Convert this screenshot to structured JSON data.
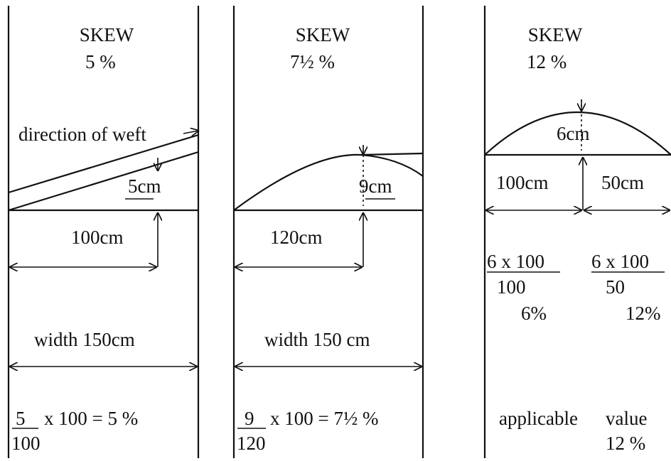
{
  "panels": [
    {
      "title": "SKEW",
      "pct": "5 %",
      "weft_label": "direction of weft",
      "bow_label": "5cm",
      "dist_label": "100cm",
      "width_label": "width  150cm",
      "calc_num": "5",
      "calc_rest": "x 100 = 5 %",
      "calc_den": "100"
    },
    {
      "title": "SKEW",
      "pct": "7½ %",
      "bow_label": "9cm",
      "dist_label": "120cm",
      "width_label": "width 150 cm",
      "calc_num": "9",
      "calc_rest": "x 100 = 7½ %",
      "calc_den": "120"
    },
    {
      "title": "SKEW",
      "pct": "12 %",
      "bow_label": "6cm",
      "left_label": "100cm",
      "right_label": "50cm",
      "frac1_num": "6 x 100",
      "frac1_den": "100",
      "frac1_res": "6%",
      "frac2_num": "6 x 100",
      "frac2_den": "50",
      "frac2_res": "12%",
      "applicable": "applicable",
      "value": "value",
      "value_pct": "12 %"
    }
  ]
}
